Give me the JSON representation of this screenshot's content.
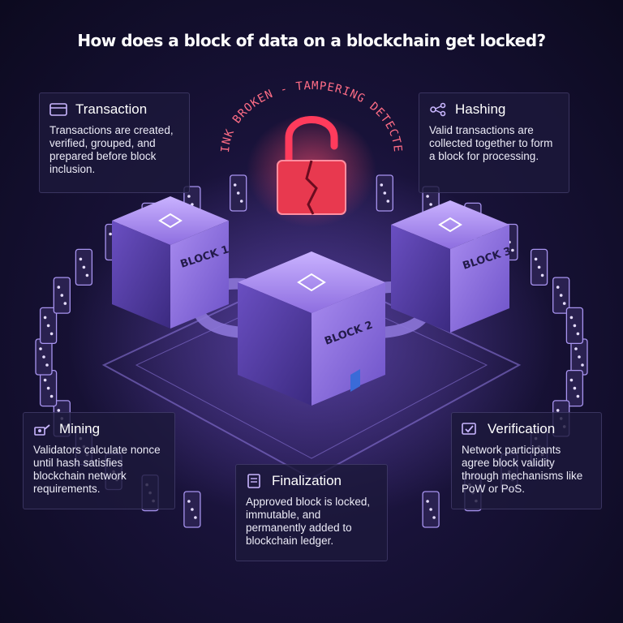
{
  "title": "How does a block of data on a blockchain get locked?",
  "warning": "LINK BROKEN - TAMPERING DETECTED",
  "blocks": [
    {
      "label": "BLOCK 1"
    },
    {
      "label": "BLOCK 2"
    },
    {
      "label": "BLOCK 3"
    }
  ],
  "cards": {
    "transaction": {
      "title": "Transaction",
      "body": "Transactions are created, verified, grouped, and prepared before block inclusion.",
      "icon": "card-icon"
    },
    "hashing": {
      "title": "Hashing",
      "body": "Valid transactions are collected together to form a block for processing.",
      "icon": "network-icon"
    },
    "mining": {
      "title": "Mining",
      "body": "Validators calculate nonce until hash satisfies blockchain network requirements.",
      "icon": "mining-icon"
    },
    "verification": {
      "title": "Verification",
      "body": "Network participants agree block validity through mechanisms like PoW or PoS.",
      "icon": "verify-icon"
    },
    "finalization": {
      "title": "Finalization",
      "body": "Approved block is locked, immutable, and permanently added to blockchain ledger.",
      "icon": "ledger-icon"
    }
  },
  "colors": {
    "background": "#181238",
    "cube": "#9a7be8",
    "warning": "#ff4d6d",
    "accent": "#c9b6ff"
  }
}
